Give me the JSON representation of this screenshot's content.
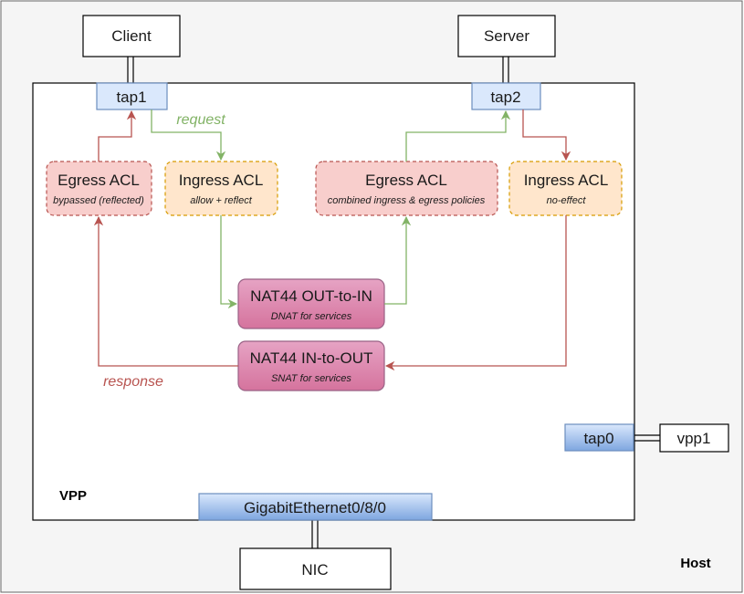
{
  "colors": {
    "request": "#82b366",
    "response": "#b85450",
    "egress_fill": "#f8cecc",
    "egress_stroke": "#b85450",
    "ingress_fill": "#ffe6cc",
    "ingress_stroke": "#d79b00",
    "nat_fill": "#d5739d",
    "nat_stroke": "#996185",
    "tap_fill": "#dae8fc",
    "tap_stroke": "#6c8ebf",
    "host_fill": "#f5f5f5",
    "host_stroke": "#666666"
  },
  "labels": {
    "host": "Host",
    "vpp": "VPP",
    "client": "Client",
    "server": "Server",
    "nic": "NIC",
    "vpp1": "vpp1",
    "tap0": "tap0",
    "tap1": "tap1",
    "tap2": "tap2",
    "gigabit": "GigabitEthernet0/8/0",
    "request": "request",
    "response": "response"
  },
  "acl": {
    "client_egress": {
      "title": "Egress ACL",
      "note": "bypassed (reflected)"
    },
    "client_ingress": {
      "title": "Ingress ACL",
      "note": "allow + reflect"
    },
    "server_egress": {
      "title": "Egress ACL",
      "note": "combined ingress & egress policies"
    },
    "server_ingress": {
      "title": "Ingress ACL",
      "note": "no-effect"
    }
  },
  "nat": {
    "out_to_in": {
      "title": "NAT44 OUT-to-IN",
      "note": "DNAT for services"
    },
    "in_to_out": {
      "title": "NAT44 IN-to-OUT",
      "note": "SNAT for services"
    }
  }
}
